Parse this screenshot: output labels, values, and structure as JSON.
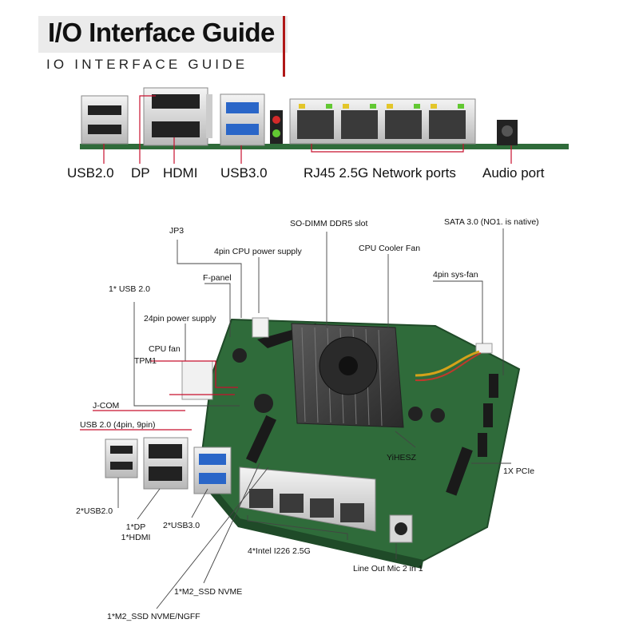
{
  "header": {
    "title": "I/O Interface Guide",
    "subtitle": "IO INTERFACE GUIDE"
  },
  "io_ports": [
    {
      "id": "usb2",
      "label": "USB2.0"
    },
    {
      "id": "dp",
      "label": "DP"
    },
    {
      "id": "hdmi",
      "label": "HDMI"
    },
    {
      "id": "usb3",
      "label": "USB3.0"
    },
    {
      "id": "rj45",
      "label": "RJ45 2.5G Network ports"
    },
    {
      "id": "audio",
      "label": "Audio port"
    }
  ],
  "callouts": {
    "jp3": "JP3",
    "cpu_power": "4pin CPU power supply",
    "sodimm": "SO-DIMM DDR5 slot",
    "sata": "SATA 3.0 (NO1. is native)",
    "cpu_cooler": "CPU Cooler Fan",
    "fpanel": "F-panel",
    "usb20_1": "1* USB 2.0",
    "sysfan": "4pin sys-fan",
    "power24": "24pin power supply",
    "cpufan": "CPU fan",
    "tpm1": "TPM1",
    "jcom": "J-COM",
    "usb20_pin": "USB 2.0 (4pin, 9pin)",
    "yihesz": "YiHESZ",
    "pcie": "1X PCIe",
    "usb2_2": "2*USB2.0",
    "dp_hdmi_1": "1*DP",
    "dp_hdmi_2": "1*HDMI",
    "usb3_2": "2*USB3.0",
    "intel": "4*Intel I226 2.5G",
    "lineout": "Line Out Mic 2 in 1",
    "m2_nvme": "1*M2_SSD NVME",
    "m2_ngff": "1*M2_SSD NVME/NGFF"
  },
  "colors": {
    "pcb_green": "#2f6b3a",
    "usb3_blue": "#2a66c8",
    "leader_red": "#c8102e",
    "title_accent": "#b01818"
  }
}
